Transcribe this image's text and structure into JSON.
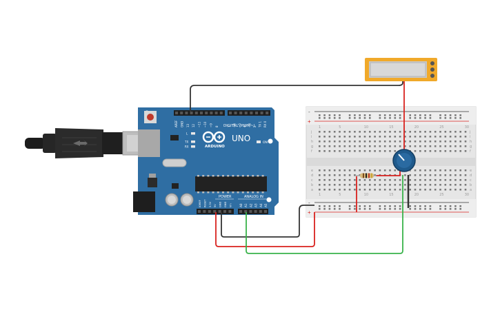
{
  "board": {
    "brand": "ARDUINO",
    "model": "UNO",
    "digital_label": "DIGITAL (PWM~)",
    "power_label": "POWER",
    "analog_label": "ANALOG IN",
    "on_label": "ON",
    "tx_label": "TX",
    "rx_label": "RX",
    "l_label": "L",
    "digital_pins": [
      "AREF",
      "GND",
      "13",
      "12",
      "~11",
      "~10",
      "~9",
      "8",
      "7",
      "~6",
      "~5",
      "4",
      "~3",
      "2",
      "TX 1",
      "RX 0"
    ],
    "power_pins": [
      "IOREF",
      "RESET",
      "3.3V",
      "5V",
      "GND",
      "GND",
      "Vin"
    ],
    "analog_pins": [
      "A0",
      "A1",
      "A2",
      "A3",
      "A4",
      "A5"
    ]
  },
  "breadboard": {
    "row_letters_top": [
      "j",
      "i",
      "h",
      "g",
      "f"
    ],
    "row_letters_bottom": [
      "e",
      "d",
      "c",
      "b",
      "a"
    ],
    "column_numbers": [
      "1",
      "5",
      "10",
      "15",
      "20",
      "25",
      "30"
    ],
    "rail_plus": "+",
    "rail_minus": "-"
  },
  "colors": {
    "board": "#2f6ea3",
    "wire_red": "#d9211d",
    "wire_black": "#333333",
    "wire_green": "#38b249",
    "display_frame": "#f0a92a",
    "potentiometer": "#1f5a8c"
  }
}
